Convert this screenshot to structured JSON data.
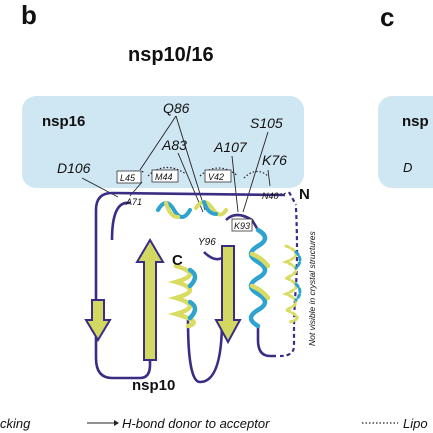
{
  "panel_b": {
    "letter": "b",
    "title": "nsp10/16",
    "nsp16_label": "nsp16",
    "nsp10_label": "nsp10",
    "n_terminus": "N",
    "c_terminus": "C",
    "not_visible_note": "Not visible in crystal structures",
    "residues": {
      "q86": "Q86",
      "s105": "S105",
      "a83": "A83",
      "a107": "A107",
      "k76": "K76",
      "d106": "D106",
      "l45": "L45",
      "m44": "M44",
      "v42": "V42",
      "n40": "N40",
      "a71": "A71",
      "y96": "Y96",
      "k93": "K93"
    }
  },
  "panel_c": {
    "letter": "c",
    "nsp16_label": "nsp",
    "residue_partial": "D"
  },
  "legend": {
    "stacking_partial": "cking",
    "hbond": "H-bond donor to acceptor",
    "lipo_partial": "Lipo"
  },
  "colors": {
    "nsp16_box": "#cfe6f3",
    "backbone": "#3b2d84",
    "helix_yellow": "#d9dc60",
    "helix_blue": "#2ea3d0",
    "strand_fill": "#d3d860"
  }
}
